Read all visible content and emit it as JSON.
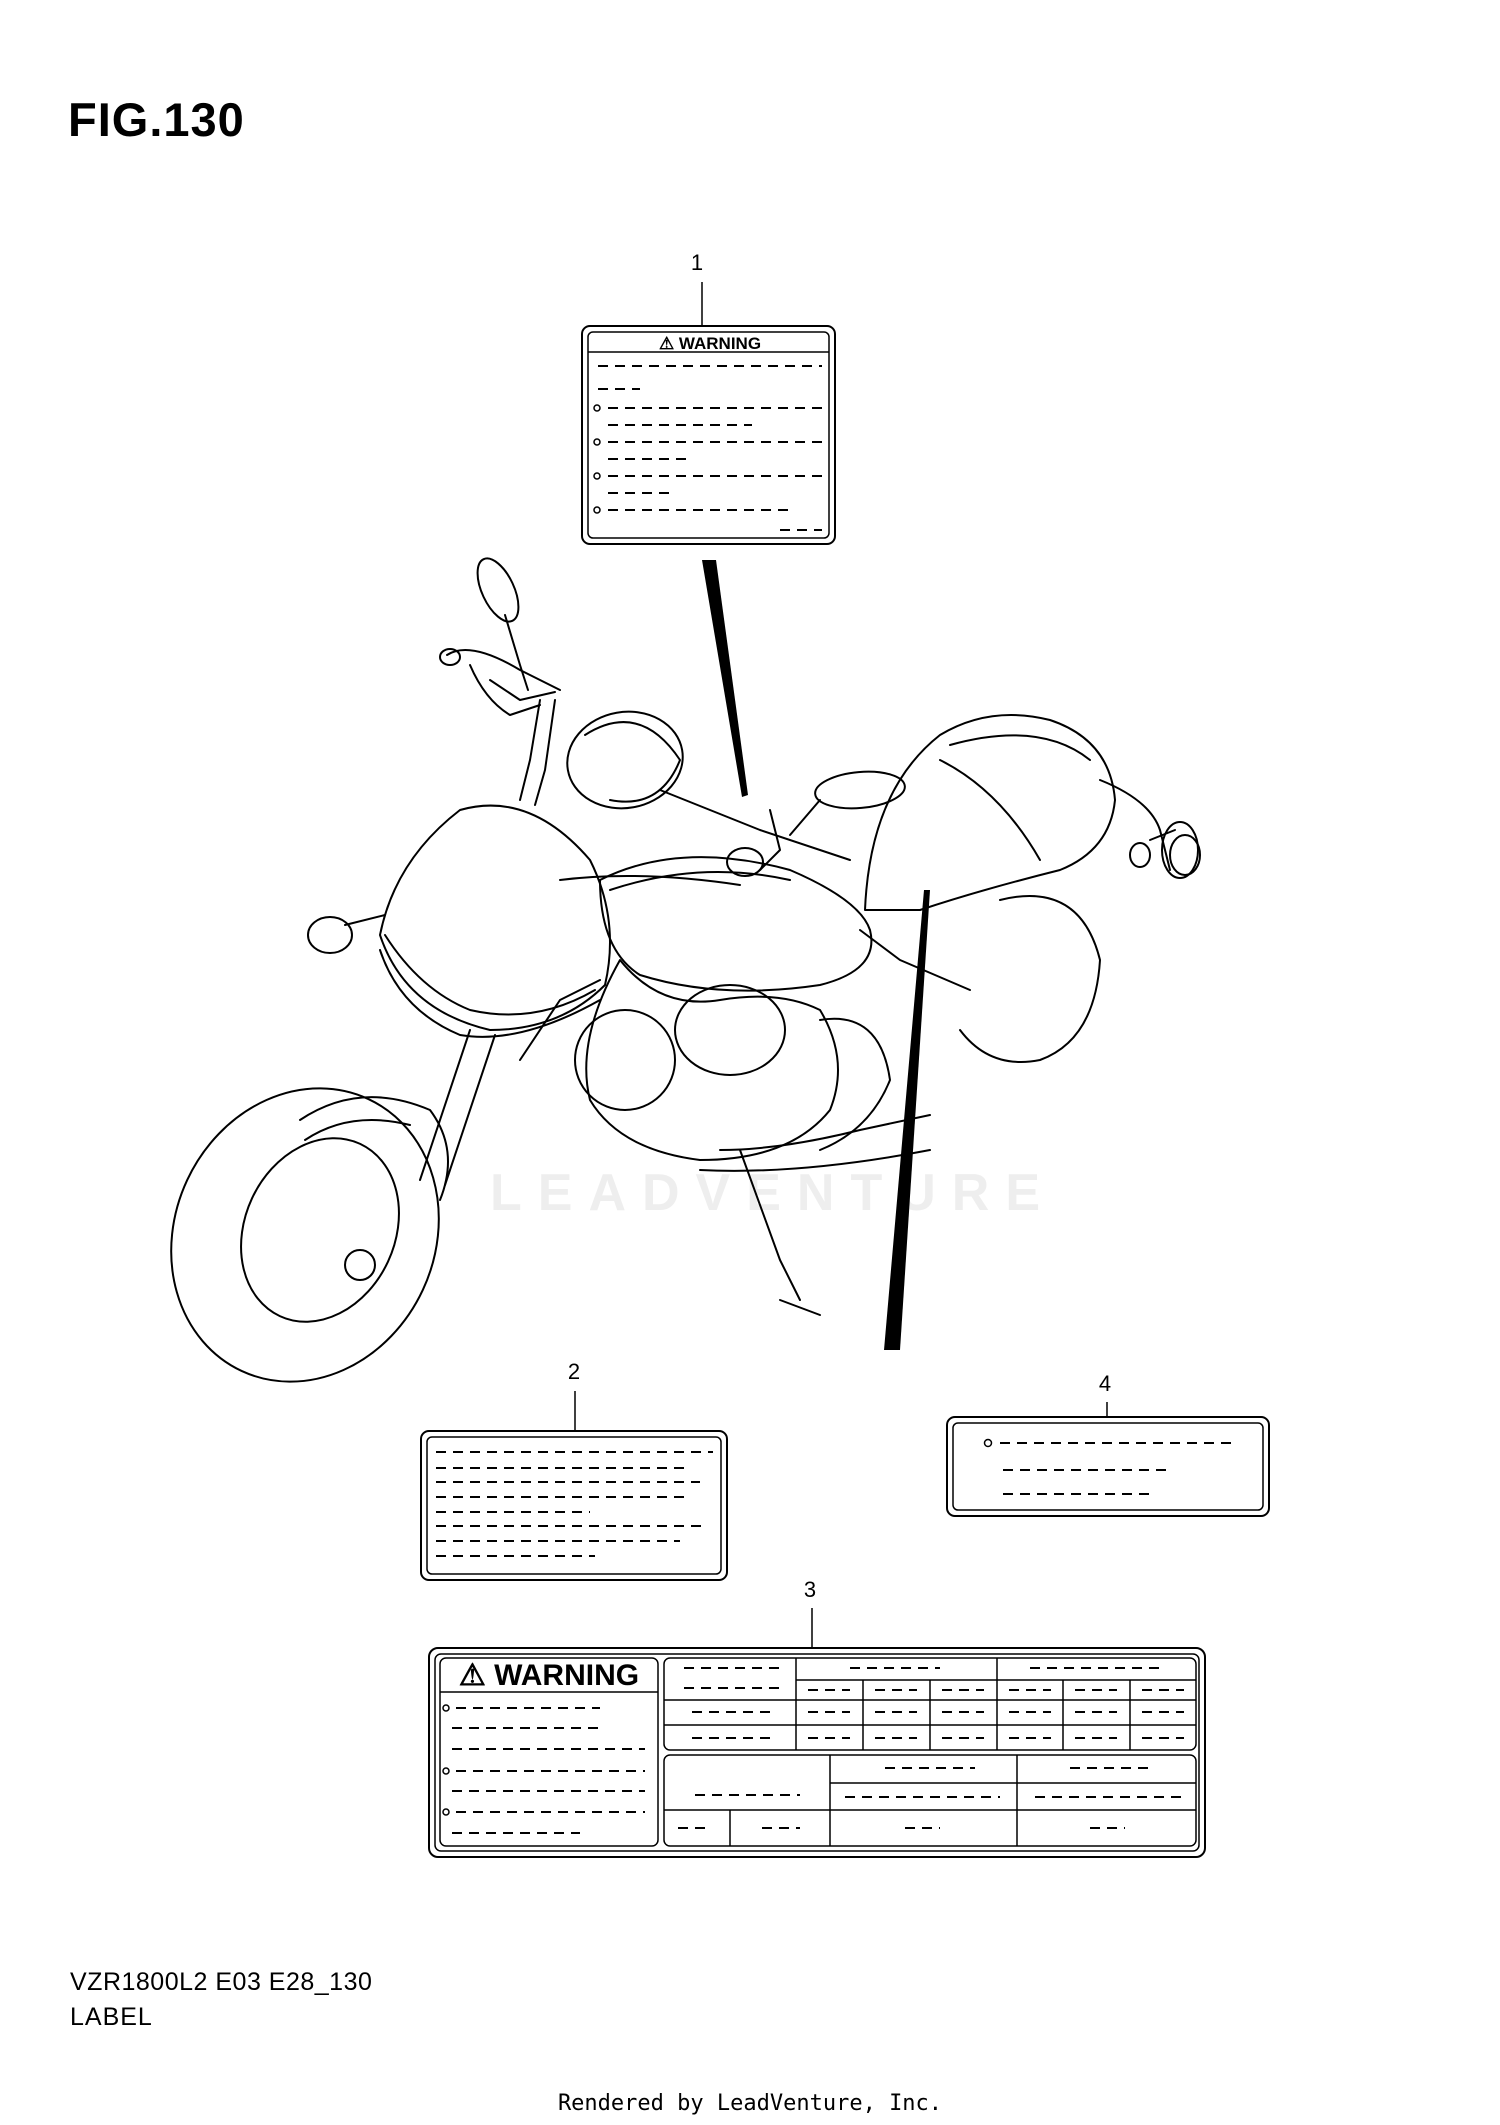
{
  "figure": {
    "title": "FIG.130",
    "model_code": "VZR1800L2 E03 E28_130",
    "section_label": "LABEL",
    "rendered_by": "Rendered by LeadVenture, Inc.",
    "watermark": "LEADVENTURE"
  },
  "labels": [
    {
      "callout": "1",
      "heading": "⚠ WARNING"
    },
    {
      "callout": "2",
      "heading": ""
    },
    {
      "callout": "3",
      "heading": "⚠ WARNING"
    },
    {
      "callout": "4",
      "heading": ""
    }
  ],
  "colors": {
    "ink": "#000000",
    "paper": "#ffffff",
    "watermark": "#eeeeee"
  }
}
